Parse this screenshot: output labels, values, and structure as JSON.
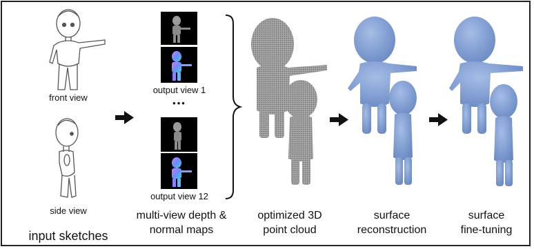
{
  "labels": {
    "front_view": "front view",
    "side_view": "side view",
    "input_sketches": "input sketches",
    "output_view_1": "output view 1",
    "ellipsis": "•••",
    "output_view_12": "output view 12",
    "multiview_line1": "multi-view depth &",
    "multiview_line2": "normal maps",
    "pointcloud_line1": "optimized 3D",
    "pointcloud_line2": "point cloud",
    "recon_line1": "surface",
    "recon_line2": "reconstruction",
    "finetune_line1": "surface",
    "finetune_line2": "fine-tuning"
  },
  "colors": {
    "sketch_line": "#555555",
    "tile_bg": "#000000",
    "depth_figure": "#9a9a9a",
    "normal_figure_a": "#b36cff",
    "normal_figure_b": "#4fa6ff",
    "point_cloud": "#8d8d8d",
    "surface_blue": "#7f9fd3",
    "surface_blue_dark": "#5f7fb5",
    "arrow": "#111111"
  }
}
